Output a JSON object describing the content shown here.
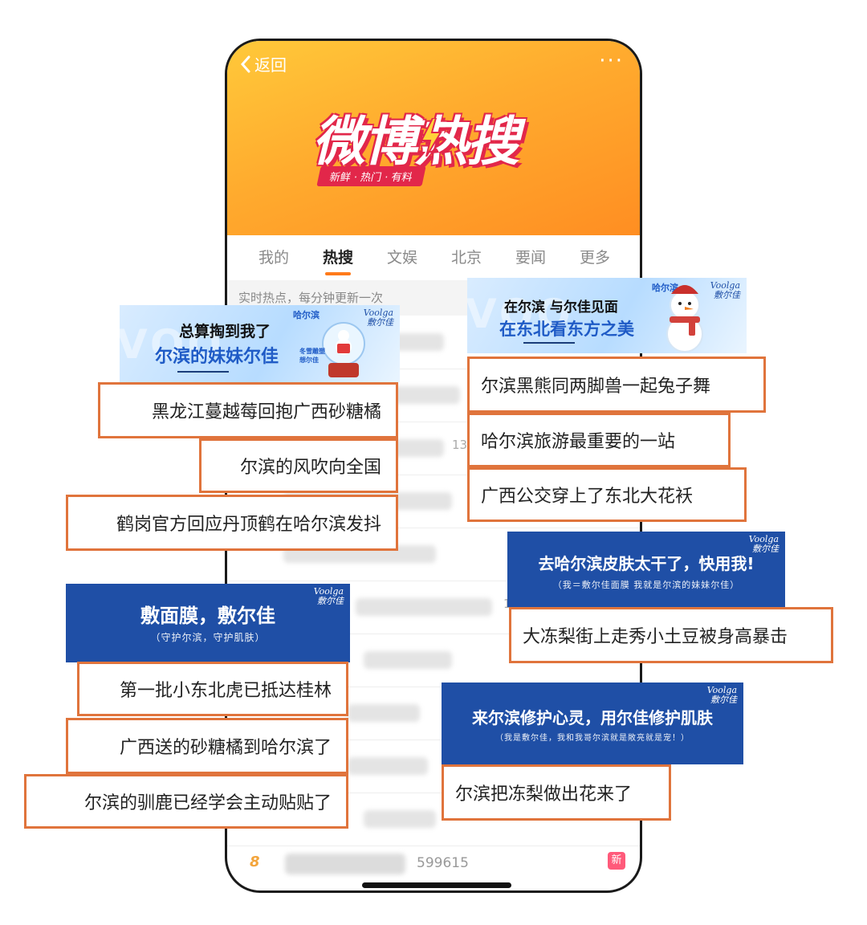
{
  "phone": {
    "back_label": "返回",
    "more_label": "···",
    "logo_title": "微博热搜",
    "slogan": "新鲜 · 热门 · 有料",
    "tabs": [
      "我的",
      "热搜",
      "文娱",
      "北京",
      "要闻",
      "更多"
    ],
    "active_tab": "热搜",
    "notice": "实时热点，每分钟更新一次",
    "partial_numbers": {
      "row3": "13",
      "row6": "1"
    },
    "bottom_row": {
      "rank": "8",
      "count": "599615",
      "badge": "新"
    }
  },
  "banners": {
    "b1": {
      "line1": "总算掏到我了",
      "line2": "尔滨的妹妹尔佳",
      "tag": "哈尔滨",
      "small_note": "冬雪雕塑 想尔佳"
    },
    "b2": {
      "line1": "在尔滨 与尔佳见面",
      "line2": "在东北看东方之美",
      "tag": "哈尔滨"
    },
    "b3": {
      "title": "去哈尔滨皮肤太干了，快用我!",
      "sub": "（我＝敷尔佳面膜 我就是尔滨的妹妹尔佳）"
    },
    "b4": {
      "title": "敷面膜，敷尔佳",
      "sub": "（守护尔滨，守护肌肤）"
    },
    "b5": {
      "title": "来尔滨修护心灵，用尔佳修护肌肤",
      "sub": "（我是敷尔佳，我和我哥尔滨就是敞亮就是宠！）"
    },
    "brand_logo": "Voolga",
    "brand_cn": "敷尔佳"
  },
  "labels": {
    "l1": "黑龙江蔓越莓回抱广西砂糖橘",
    "l2": "尔滨的风吹向全国",
    "l3": "鹤岗官方回应丹顶鹤在哈尔滨发抖",
    "l4": "第一批小东北虎已抵达桂林",
    "l5": "广西送的砂糖橘到哈尔滨了",
    "l6": "尔滨的驯鹿已经学会主动贴贴了",
    "r1": "尔滨黑熊同两脚兽一起兔子舞",
    "r2": "哈尔滨旅游最重要的一站",
    "r3": "广西公交穿上了东北大花袄",
    "r4": "大冻梨街上走秀小土豆被身高暴击",
    "r5": "尔滨把冻梨做出花来了"
  },
  "colors": {
    "accent_orange": "#e0743c",
    "header_orange": "#ffab2e",
    "brand_blue": "#1f4fa6",
    "logo_red": "#e2274a"
  }
}
